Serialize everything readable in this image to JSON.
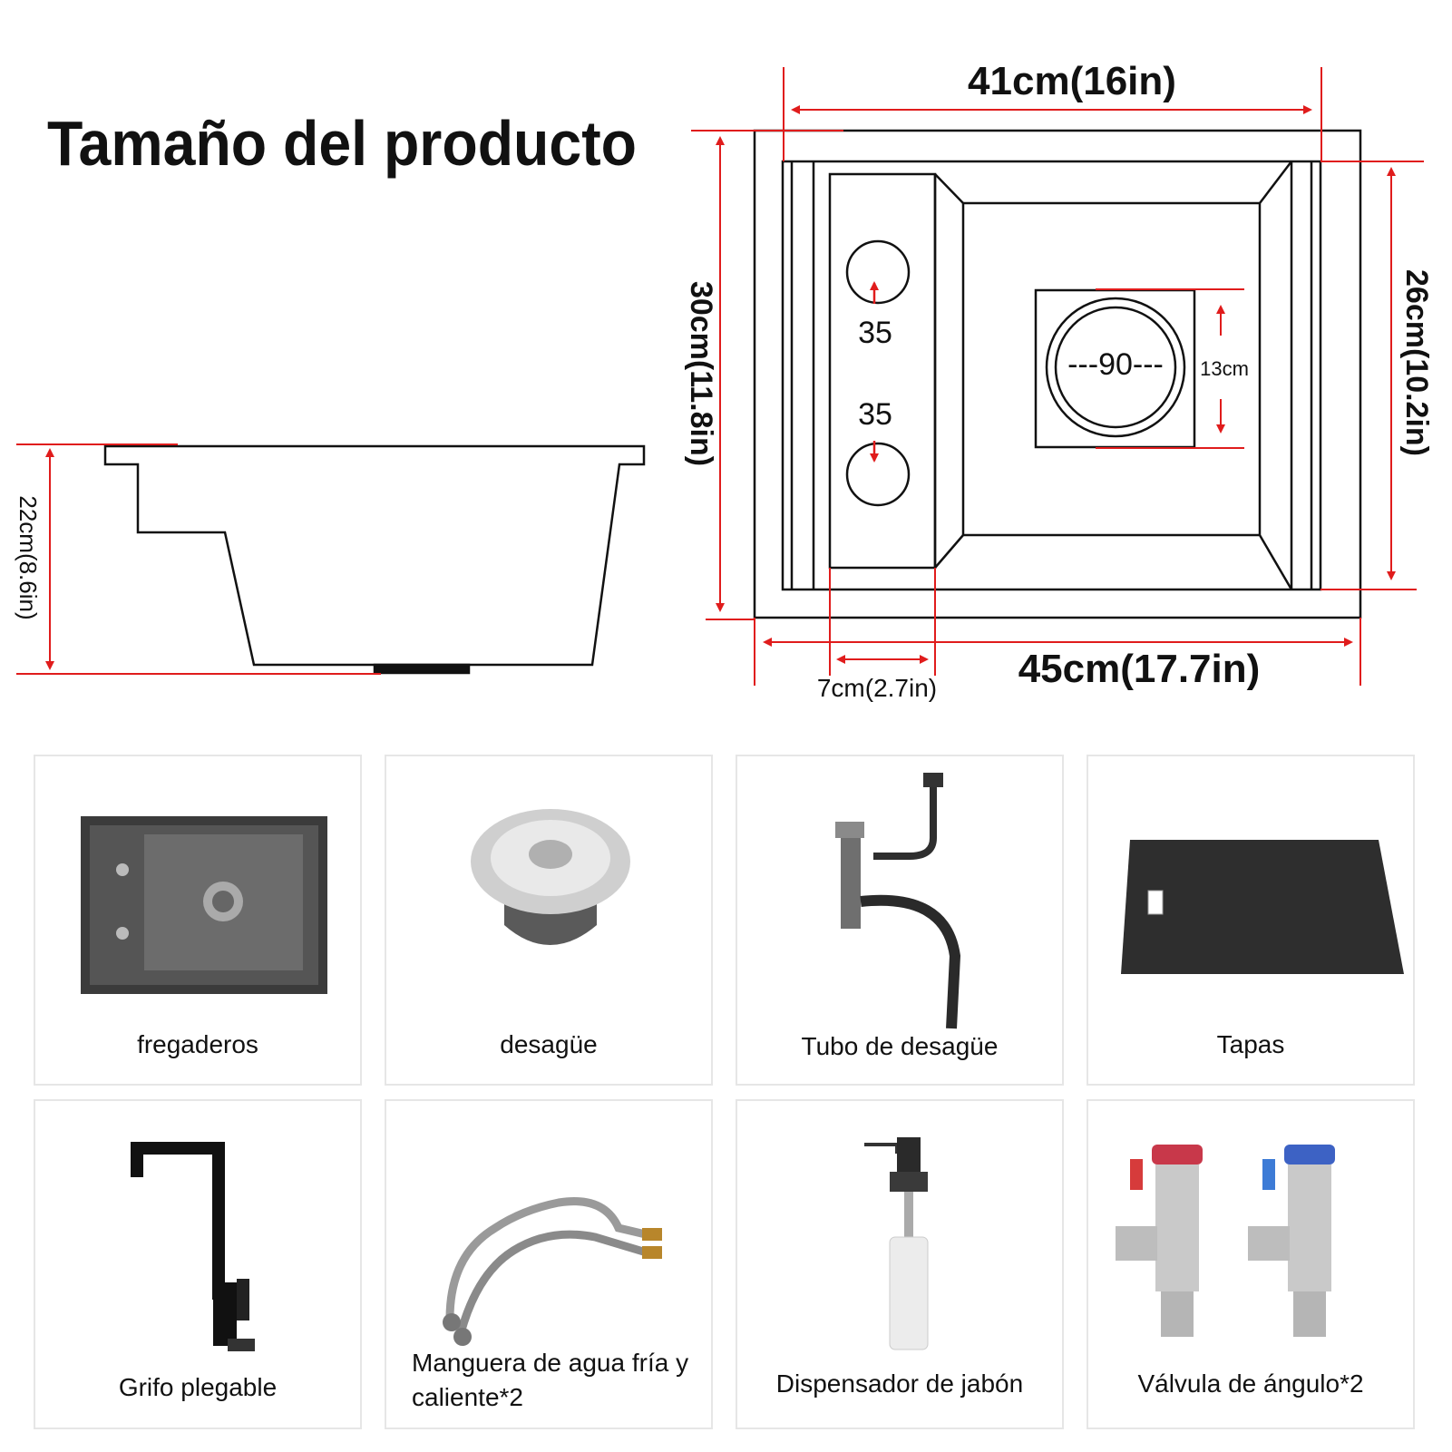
{
  "title": "Tamaño del producto",
  "dimensions": {
    "top_width": "41cm(16in)",
    "bottom_width": "45cm(17.7in)",
    "left_height": "30cm(11.8in)",
    "right_height": "26cm(10.2in)",
    "depth": "22cm(8.6in)",
    "side_width": "7cm(2.7in)",
    "hole_top": "35",
    "hole_bottom": "35",
    "drain_diameter": "---90---",
    "drain_box": "13cm"
  },
  "accent_color": "#e01c1c",
  "items": [
    {
      "label": "fregaderos",
      "icon": "sink-icon"
    },
    {
      "label": "desagüe",
      "icon": "drain-strainer-icon"
    },
    {
      "label": "Tubo de desagüe",
      "icon": "drain-pipe-icon"
    },
    {
      "label": "Tapas",
      "icon": "cover-board-icon"
    },
    {
      "label": "Grifo plegable",
      "icon": "faucet-icon"
    },
    {
      "label": "Manguera de agua fría y caliente*2",
      "icon": "hose-icon"
    },
    {
      "label": "Dispensador de jabón",
      "icon": "soap-dispenser-icon"
    },
    {
      "label": "Válvula de ángulo*2",
      "icon": "angle-valve-icon"
    }
  ]
}
